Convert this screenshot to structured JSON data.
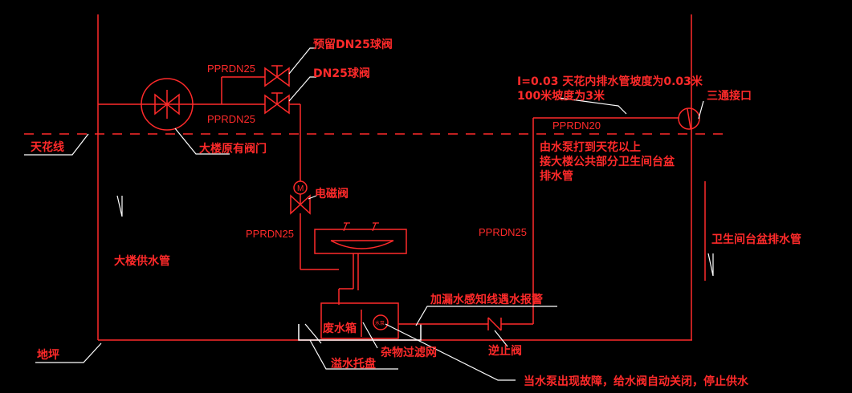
{
  "colors": {
    "pipe": "#ff2a2a",
    "leader": "#ffffff",
    "background": "#000000"
  },
  "labels": {
    "ceiling_line": "天花线",
    "floor": "地坪",
    "building_supply_pipe": "大楼供水管",
    "building_original_valve": "大楼原有阀门",
    "reserved_valve": "预留DN25球阀",
    "dn25_ball_valve": "DN25球阀",
    "solenoid_valve": "电磁阀",
    "pprdn25_top": "PPRDN25",
    "pprdn25_mid": "PPRDN25",
    "pprdn25_left": "PPRDN25",
    "pprdn25_right": "PPRDN25",
    "pprdn20": "PPRDN20",
    "slope_line1": "I=0.03  天花内排水管坡度为0.03米",
    "slope_line2": "100米坡度为3米",
    "tee_joint": "三通接口",
    "pump_note_line1": "由水泵打到天花以上",
    "pump_note_line2": "接大楼公共部分卫生间台盆",
    "pump_note_line3": "排水管",
    "basin_drain_pipe": "卫生间台盆排水管",
    "leak_sensor": "加漏水感知线遇水报警",
    "waste_tank": "废水箱",
    "debris_filter": "杂物过滤网",
    "overflow_tray": "溢水托盘",
    "check_valve": "逆止阀",
    "pump_failure_note": "当水泵出现故障，给水阀自动关闭，停止供水",
    "pump_mark": "水泵"
  }
}
